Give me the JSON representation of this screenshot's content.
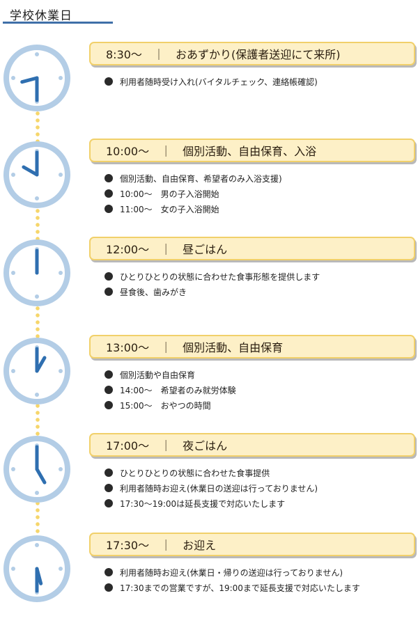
{
  "page": {
    "title": "学校休業日"
  },
  "schedule": [
    {
      "time": "8:30〜",
      "separator": "｜",
      "activity": "おあずかり(保護者送迎にて来所)",
      "clock": {
        "hour": 8,
        "minute": 30
      },
      "items": [
        "利用者随時受け入れ(バイタルチェック、連絡帳確認)"
      ]
    },
    {
      "time": "10:00〜",
      "separator": "｜",
      "activity": "個別活動、自由保育、入浴",
      "clock": {
        "hour": 10,
        "minute": 0
      },
      "items": [
        "個別活動、自由保育、希望者のみ入浴支援)",
        "10:00〜　男の子入浴開始",
        "11:00〜　女の子入浴開始"
      ]
    },
    {
      "time": "12:00〜",
      "separator": "｜",
      "activity": "昼ごはん",
      "clock": {
        "hour": 12,
        "minute": 0
      },
      "items": [
        "ひとりひとりの状態に合わせた食事形態を提供します",
        "昼食後、歯みがき"
      ]
    },
    {
      "time": "13:00〜",
      "separator": "｜",
      "activity": "個別活動、自由保育",
      "clock": {
        "hour": 13,
        "minute": 0
      },
      "items": [
        "個別活動や自由保育",
        "14:00〜　希望者のみ就労体験",
        "15:00〜　おやつの時間"
      ]
    },
    {
      "time": "17:00〜",
      "separator": "｜",
      "activity": "夜ごはん",
      "clock": {
        "hour": 17,
        "minute": 0
      },
      "items": [
        "ひとりひとりの状態に合わせた食事提供",
        "利用者随時お迎え(休業日の送迎は行っておりません)",
        "17:30〜19:00は延長支援で対応いたします"
      ]
    },
    {
      "time": "17:30〜",
      "separator": "｜",
      "activity": "お迎え",
      "clock": {
        "hour": 17,
        "minute": 30
      },
      "items": [
        "利用者随時お迎え(休業日・帰りの送迎は行っておりません)",
        "17:30までの営業ですが、19:00まで延長支援で対応いたします"
      ]
    }
  ],
  "colors": {
    "clock_ring": "#b3cde6",
    "clock_hand": "#2f6fb0",
    "clock_tick": "#b3cde6",
    "bar_fill": "#fdf0c7",
    "bar_border": "#f1d06a",
    "dot": "#f6d66b",
    "title_underline": "#3f6fa8"
  }
}
